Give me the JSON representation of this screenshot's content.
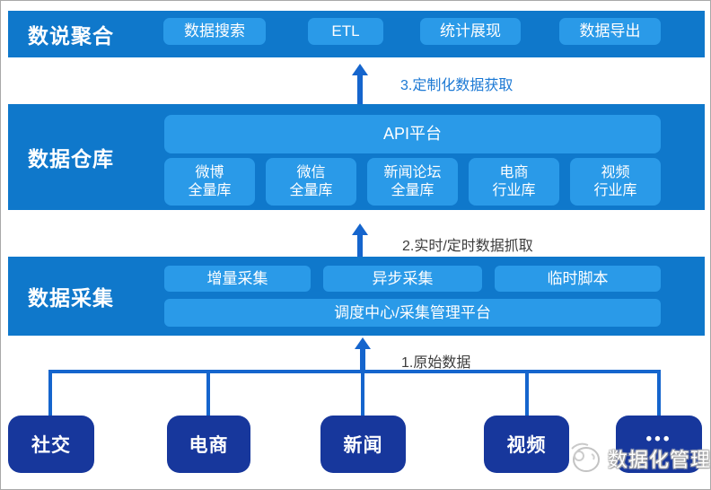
{
  "layers": [
    {
      "label": "数说聚合",
      "buttons": [
        "数据搜索",
        "ETL",
        "统计展现",
        "数据导出"
      ]
    },
    {
      "label": "数据仓库",
      "api_platform": "API平台",
      "databases": [
        {
          "line1": "微博",
          "line2": "全量库"
        },
        {
          "line1": "微信",
          "line2": "全量库"
        },
        {
          "line1": "新闻论坛",
          "line2": "全量库"
        },
        {
          "line1": "电商",
          "line2": "行业库"
        },
        {
          "line1": "视频",
          "line2": "行业库"
        }
      ]
    },
    {
      "label": "数据采集",
      "buttons": [
        "增量采集",
        "异步采集",
        "临时脚本"
      ],
      "platform": "调度中心/采集管理平台"
    }
  ],
  "flows": [
    {
      "label": "3.定制化数据获取"
    },
    {
      "label": "2.实时/定时数据抓取"
    },
    {
      "label": "1.原始数据"
    }
  ],
  "sources": [
    "社交",
    "电商",
    "新闻",
    "视频",
    "•••"
  ],
  "watermark": {
    "text": "数据化管理"
  },
  "colors": {
    "layer_band": "#0f78cb",
    "chip": "#2a9ae8",
    "source_box": "#17379c",
    "connector": "#1565cd",
    "flow_label_blue": "#1c79d4",
    "flow_label_gray": "#3d3d3d"
  }
}
